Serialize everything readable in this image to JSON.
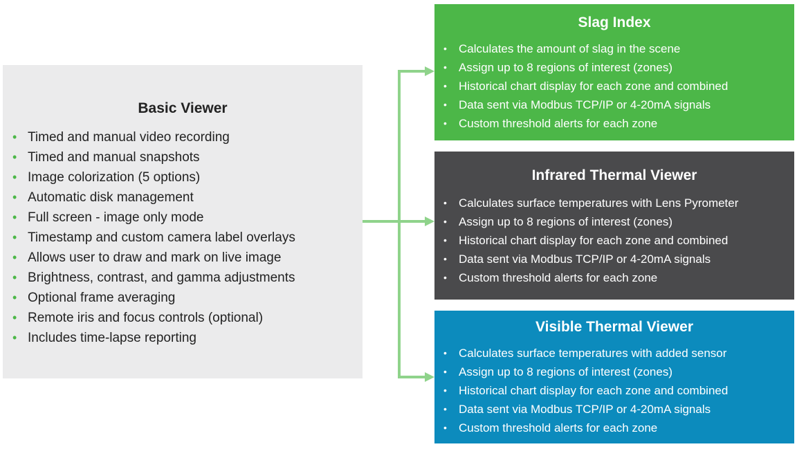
{
  "basic_viewer": {
    "title": "Basic Viewer",
    "features": [
      "Timed and manual video recording",
      "Timed and manual snapshots",
      "Image colorization (5 options)",
      "Automatic disk management",
      "Full screen - image only mode",
      "Timestamp and custom camera label overlays",
      "Allows user to draw and mark on live image",
      "Brightness, contrast, and gamma adjustments",
      "Optional frame averaging",
      "Remote iris and focus controls (optional)",
      "Includes time-lapse reporting"
    ]
  },
  "slag_index": {
    "title": "Slag Index",
    "features": [
      "Calculates the amount of slag in the scene",
      "Assign up to 8 regions of interest (zones)",
      "Historical chart display for each zone and combined",
      "Data sent via Modbus TCP/IP or 4-20mA signals",
      "Custom threshold alerts for each zone"
    ]
  },
  "infrared_thermal_viewer": {
    "title": "Infrared Thermal Viewer",
    "features": [
      "Calculates surface temperatures with Lens Pyrometer",
      "Assign up to 8 regions of interest (zones)",
      "Historical chart display for each zone and combined",
      "Data sent via Modbus TCP/IP or 4-20mA signals",
      "Custom threshold alerts for each zone"
    ]
  },
  "visible_thermal_viewer": {
    "title": "Visible Thermal Viewer",
    "features": [
      "Calculates surface temperatures with added sensor",
      "Assign up to 8 regions of interest (zones)",
      "Historical chart display for each zone and combined",
      "Data sent via Modbus TCP/IP or 4-20mA signals",
      "Custom threshold alerts for each zone"
    ]
  },
  "colors": {
    "green": "#4cb748",
    "dark_gray": "#4a4a4c",
    "blue": "#0c8bbd",
    "light_gray": "#ebebec",
    "connector": "#8fd38b"
  },
  "bullet_symbol": "•"
}
